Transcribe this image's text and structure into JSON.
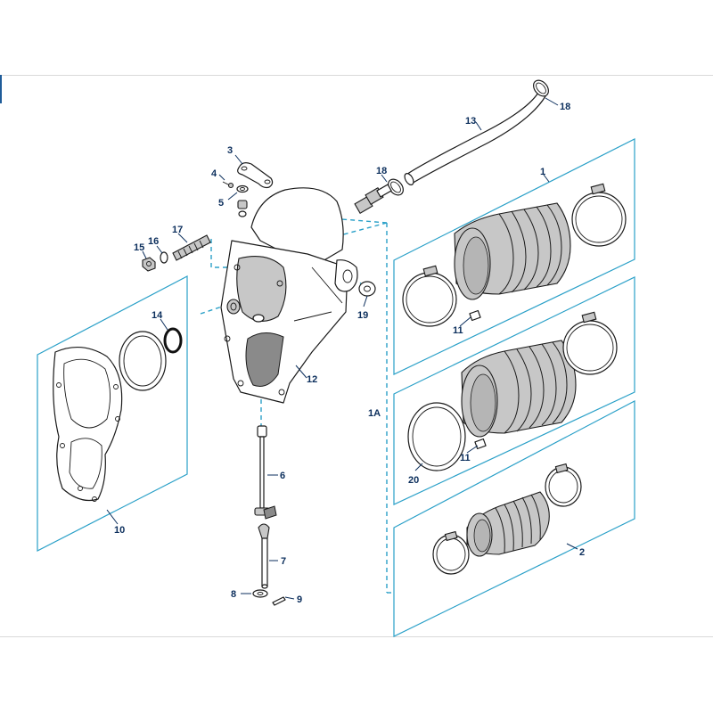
{
  "diagram": {
    "callouts": {
      "c1": "1",
      "c1a": "1A",
      "c2": "2",
      "c3": "3",
      "c4": "4",
      "c5": "5",
      "c6": "6",
      "c7": "7",
      "c8": "8",
      "c9": "9",
      "c10": "10",
      "c11a": "11",
      "c11b": "11",
      "c12": "12",
      "c13": "13",
      "c14": "14",
      "c15": "15",
      "c16": "16",
      "c17": "17",
      "c18a": "18",
      "c18b": "18",
      "c19": "19",
      "c20": "20"
    },
    "colors": {
      "callout_text": "#0b2e5c",
      "group_outline": "#2aa0c8",
      "part_fill": "#c7c7c7"
    }
  }
}
